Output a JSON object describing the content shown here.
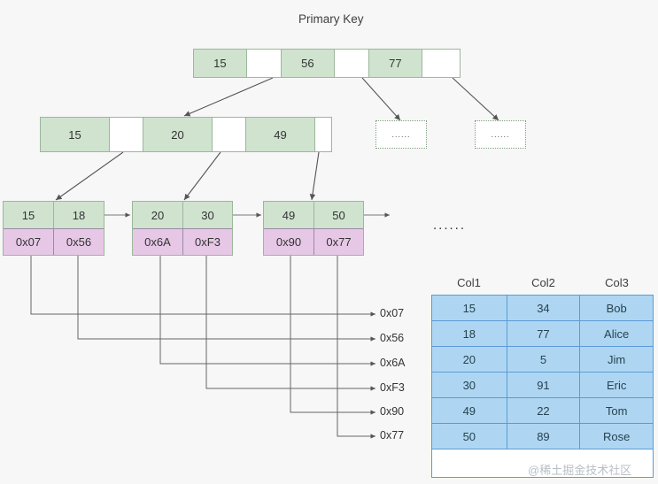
{
  "title": "Primary Key",
  "root": {
    "cells": [
      {
        "type": "key",
        "label": "15"
      },
      {
        "type": "ptr",
        "label": ""
      },
      {
        "type": "key",
        "label": "56"
      },
      {
        "type": "ptr",
        "label": ""
      },
      {
        "type": "key",
        "label": "77"
      },
      {
        "type": "ptr",
        "label": ""
      }
    ]
  },
  "internal": {
    "cells": [
      {
        "type": "key",
        "label": "15"
      },
      {
        "type": "ptr",
        "label": ""
      },
      {
        "type": "key",
        "label": "20"
      },
      {
        "type": "ptr",
        "label": ""
      },
      {
        "type": "key",
        "label": "49"
      },
      {
        "type": "ptr",
        "label": ""
      }
    ]
  },
  "leaves": [
    {
      "keys": [
        "15",
        "18"
      ],
      "pointers": [
        "0x07",
        "0x56"
      ]
    },
    {
      "keys": [
        "20",
        "30"
      ],
      "pointers": [
        "0x6A",
        "0xF3"
      ]
    },
    {
      "keys": [
        "49",
        "50"
      ],
      "pointers": [
        "0x90",
        "0x77"
      ]
    }
  ],
  "placeholders": {
    "box_label": "......",
    "mid_label": "......"
  },
  "addresses": [
    "0x07",
    "0x56",
    "0x6A",
    "0xF3",
    "0x90",
    "0x77"
  ],
  "table": {
    "headers": [
      "Col1",
      "Col2",
      "Col3"
    ],
    "rows": [
      [
        "15",
        "34",
        "Bob"
      ],
      [
        "18",
        "77",
        "Alice"
      ],
      [
        "20",
        "5",
        "Jim"
      ],
      [
        "30",
        "91",
        "Eric"
      ],
      [
        "49",
        "22",
        "Tom"
      ],
      [
        "50",
        "89",
        "Rose"
      ]
    ]
  },
  "watermark": "@稀土掘金技术社区",
  "colors": {
    "key_green": "#cfe3cf",
    "pointer_purple": "#e6c8e6",
    "table_blue": "#aed6f2",
    "table_border": "#5b9bd5",
    "background": "#f7f7f7"
  }
}
